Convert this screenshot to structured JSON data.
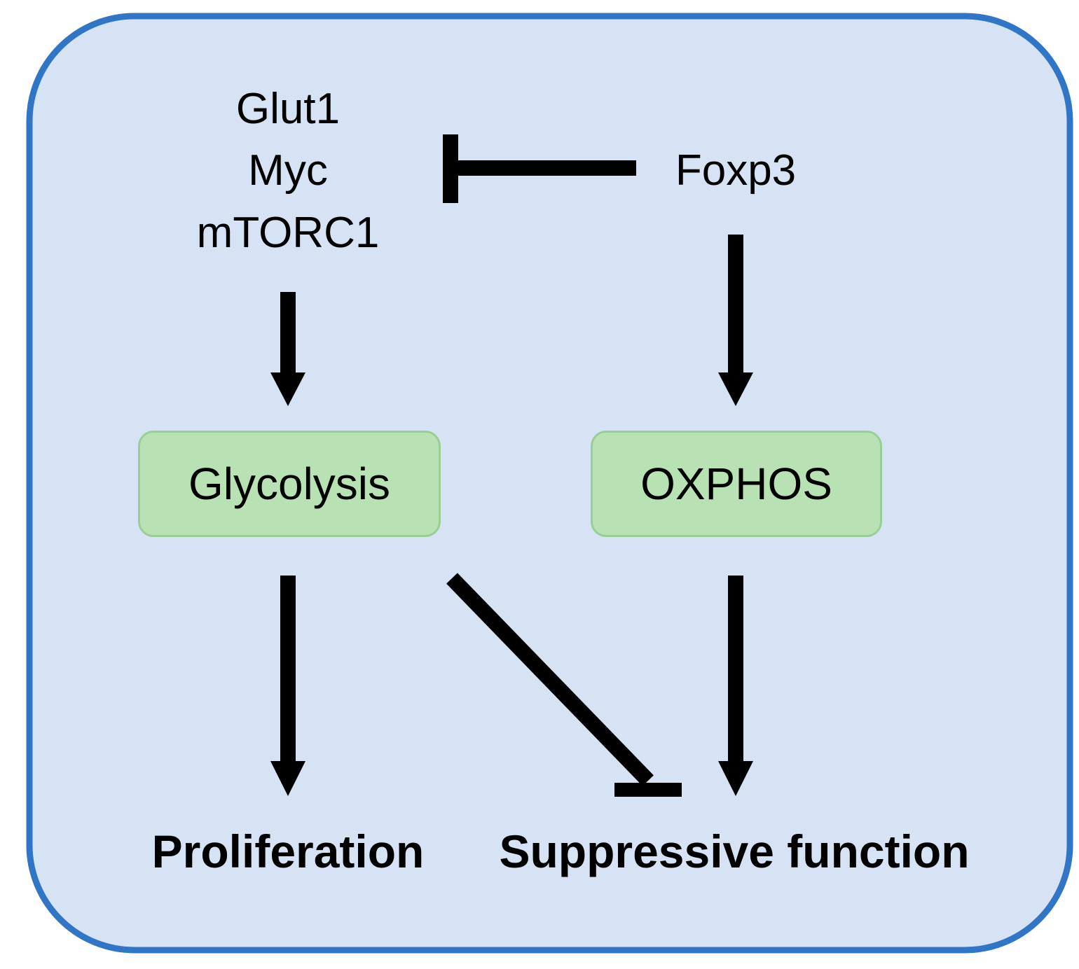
{
  "colors": {
    "panel_fill": "#d6e3f4",
    "panel_border": "#3175c7",
    "box_fill": "#b8e1b4",
    "box_border": "#99cf95",
    "arrow": "#000000"
  },
  "regulators": {
    "line1": "Glut1",
    "line2": "Myc",
    "line3": "mTORC1"
  },
  "foxp3": "Foxp3",
  "glycolysis": "Glycolysis",
  "oxphos": "OXPHOS",
  "proliferation": "Proliferation",
  "suppressive_function": "Suppressive function",
  "edges": [
    {
      "from": "Foxp3",
      "to": "Glut1/Myc/mTORC1",
      "type": "inhibits"
    },
    {
      "from": "Glut1/Myc/mTORC1",
      "to": "Glycolysis",
      "type": "activates"
    },
    {
      "from": "Foxp3",
      "to": "OXPHOS",
      "type": "activates"
    },
    {
      "from": "Glycolysis",
      "to": "Proliferation",
      "type": "activates"
    },
    {
      "from": "Glycolysis",
      "to": "Suppressive function",
      "type": "inhibits"
    },
    {
      "from": "OXPHOS",
      "to": "Suppressive function",
      "type": "activates"
    }
  ]
}
